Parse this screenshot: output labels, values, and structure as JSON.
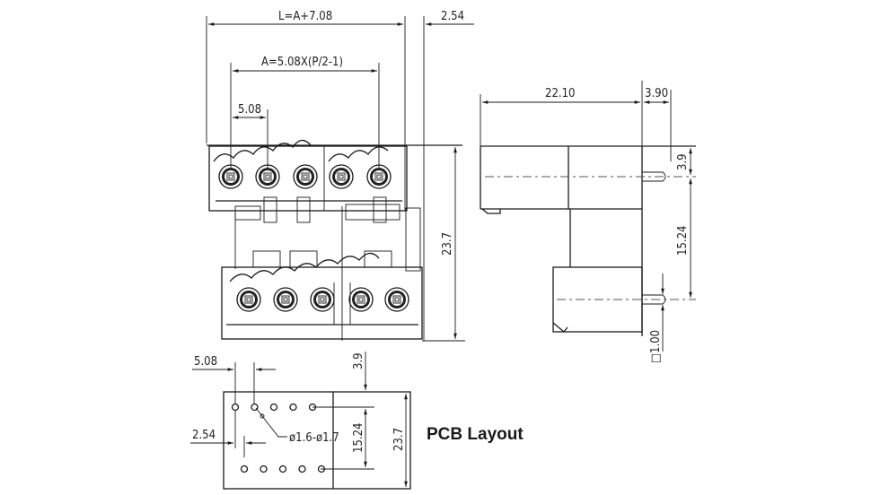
{
  "drawing": {
    "title_label": "PCB Layout",
    "front_view": {
      "dim_total_length": "L=A+7.08",
      "dim_offset": "2.54",
      "dim_span": "A=5.08X(P/2-1)",
      "dim_pitch": "5.08",
      "dim_height": "23.7",
      "top_row_pins": 5,
      "bottom_row_pins": 5
    },
    "side_view": {
      "dim_body_length": "22.10",
      "dim_pin_length": "3.90",
      "dim_top_offset": "3.9",
      "dim_row_spacing": "15.24",
      "dim_pin_square": "□1.00"
    },
    "pcb_layout": {
      "dim_pitch": "5.08",
      "dim_row_offset": "2.54",
      "dim_top_offset": "3.9",
      "dim_row_spacing": "15.24",
      "dim_height": "23.7",
      "hole_diameter": "ø1.6-ø1.7",
      "top_row_holes": 5,
      "bottom_row_holes": 5
    }
  }
}
